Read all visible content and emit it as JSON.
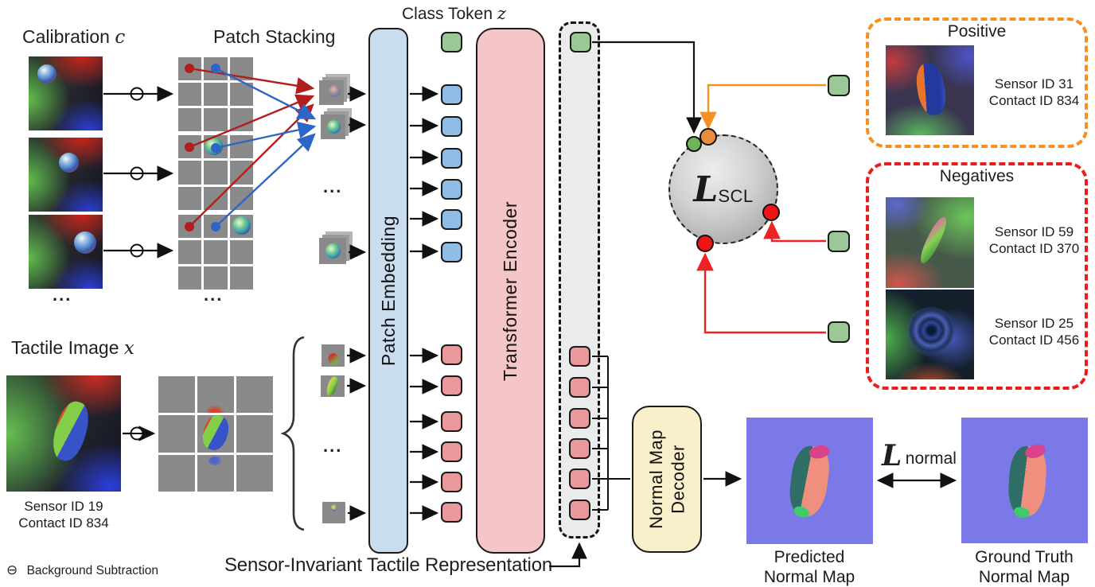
{
  "labels": {
    "calibration": "Calibration",
    "calibration_var": "c",
    "patch_stacking": "Patch Stacking",
    "class_token": "Class Token",
    "class_token_var": "z",
    "patch_embedding": "Patch Embedding",
    "transformer_encoder": "Transformer Encoder",
    "tactile_image": "Tactile Image",
    "tactile_image_var": "x",
    "representation": "Sensor-Invariant Tactile Representation",
    "ellipsis": "..."
  },
  "tactile": {
    "sensor_id": "Sensor ID 19",
    "contact_id": "Contact ID 834"
  },
  "loss_scl": {
    "symbol": "L",
    "subscript": "SCL"
  },
  "loss_normal": {
    "symbol": "L",
    "subscript": "normal"
  },
  "positive": {
    "title": "Positive",
    "sensor_id": "Sensor ID 31",
    "contact_id": "Contact ID 834"
  },
  "negatives": {
    "title": "Negatives",
    "items": [
      {
        "sensor_id": "Sensor ID 59",
        "contact_id": "Contact ID 370"
      },
      {
        "sensor_id": "Sensor ID 25",
        "contact_id": "Contact ID 456"
      }
    ]
  },
  "decoder": {
    "line1": "Normal Map",
    "line2": "Decoder"
  },
  "predicted": {
    "line1": "Predicted",
    "line2": "Normal Map"
  },
  "ground_truth": {
    "line1": "Ground Truth",
    "line2": "Normal Map"
  },
  "legend": {
    "symbol": "⊖",
    "label": "Background Subtraction"
  },
  "colors": {
    "patch_embedding_bar": "#C9DDEF",
    "transformer_bar": "#F5C6C7",
    "decoder_box": "#FAEFCB",
    "token_green": "#9CC897",
    "token_blue": "#8FBDE5",
    "token_pink": "#E9999B",
    "patch_gray": "#8A8A8A",
    "dashed_column_fill": "#EBEBEB",
    "positive_border": "#F59122",
    "negative_border": "#ED1C1C",
    "red_line": "#B21E1E",
    "blue_line": "#2E66C8",
    "normal_map_bg": "#7B79E8"
  }
}
